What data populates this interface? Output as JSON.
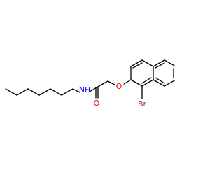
{
  "molecule": {
    "atoms": {
      "n_label": "NH",
      "o_carbonyl_label": "O",
      "o_ether_label": "O",
      "br_label": "Br"
    },
    "colors": {
      "bond": "#000000",
      "nitrogen": "#0000ff",
      "oxygen": "#ff0000",
      "bromine": "#a52a2a"
    }
  }
}
